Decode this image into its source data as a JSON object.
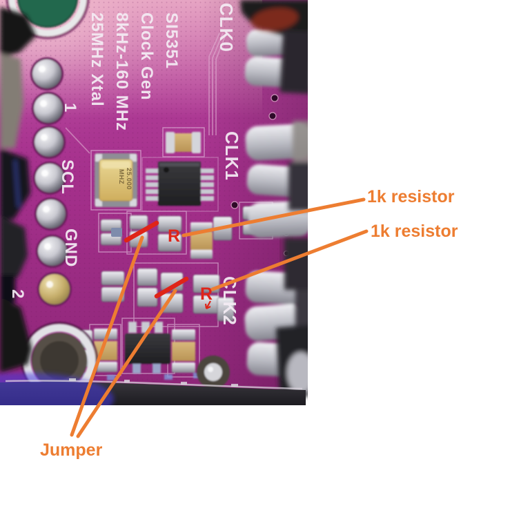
{
  "annotations": {
    "labels": [
      {
        "id": "resistor1",
        "text": "1k resistor"
      },
      {
        "id": "resistor2",
        "text": "1k resistor"
      },
      {
        "id": "jumper",
        "text": "Jumper"
      }
    ],
    "marker_letter": "R",
    "orange_color": "#ED7D31",
    "red_color": "#DF2418"
  },
  "board": {
    "title_lines": [
      "SI5351",
      "Clock Gen",
      "8kHz-160 MHz",
      "25MHz Xtal"
    ],
    "pin_labels": [
      "1",
      "SCL",
      "GND",
      "2"
    ],
    "clock_labels": [
      "CLK0",
      "CLK1",
      "CLK2"
    ],
    "crystal_marking": [
      "25.000",
      "MHZ"
    ],
    "colors": {
      "pcb_magenta": "#A5308C",
      "pcb_pink_wash": "#F0CFDA",
      "silkscreen_white": "#F4ECF4",
      "solder_silver": "#C9CAD2",
      "crystal_gold": "#D8BC72",
      "chip_black": "#28282A",
      "background_white": "#FFFFFF"
    }
  }
}
